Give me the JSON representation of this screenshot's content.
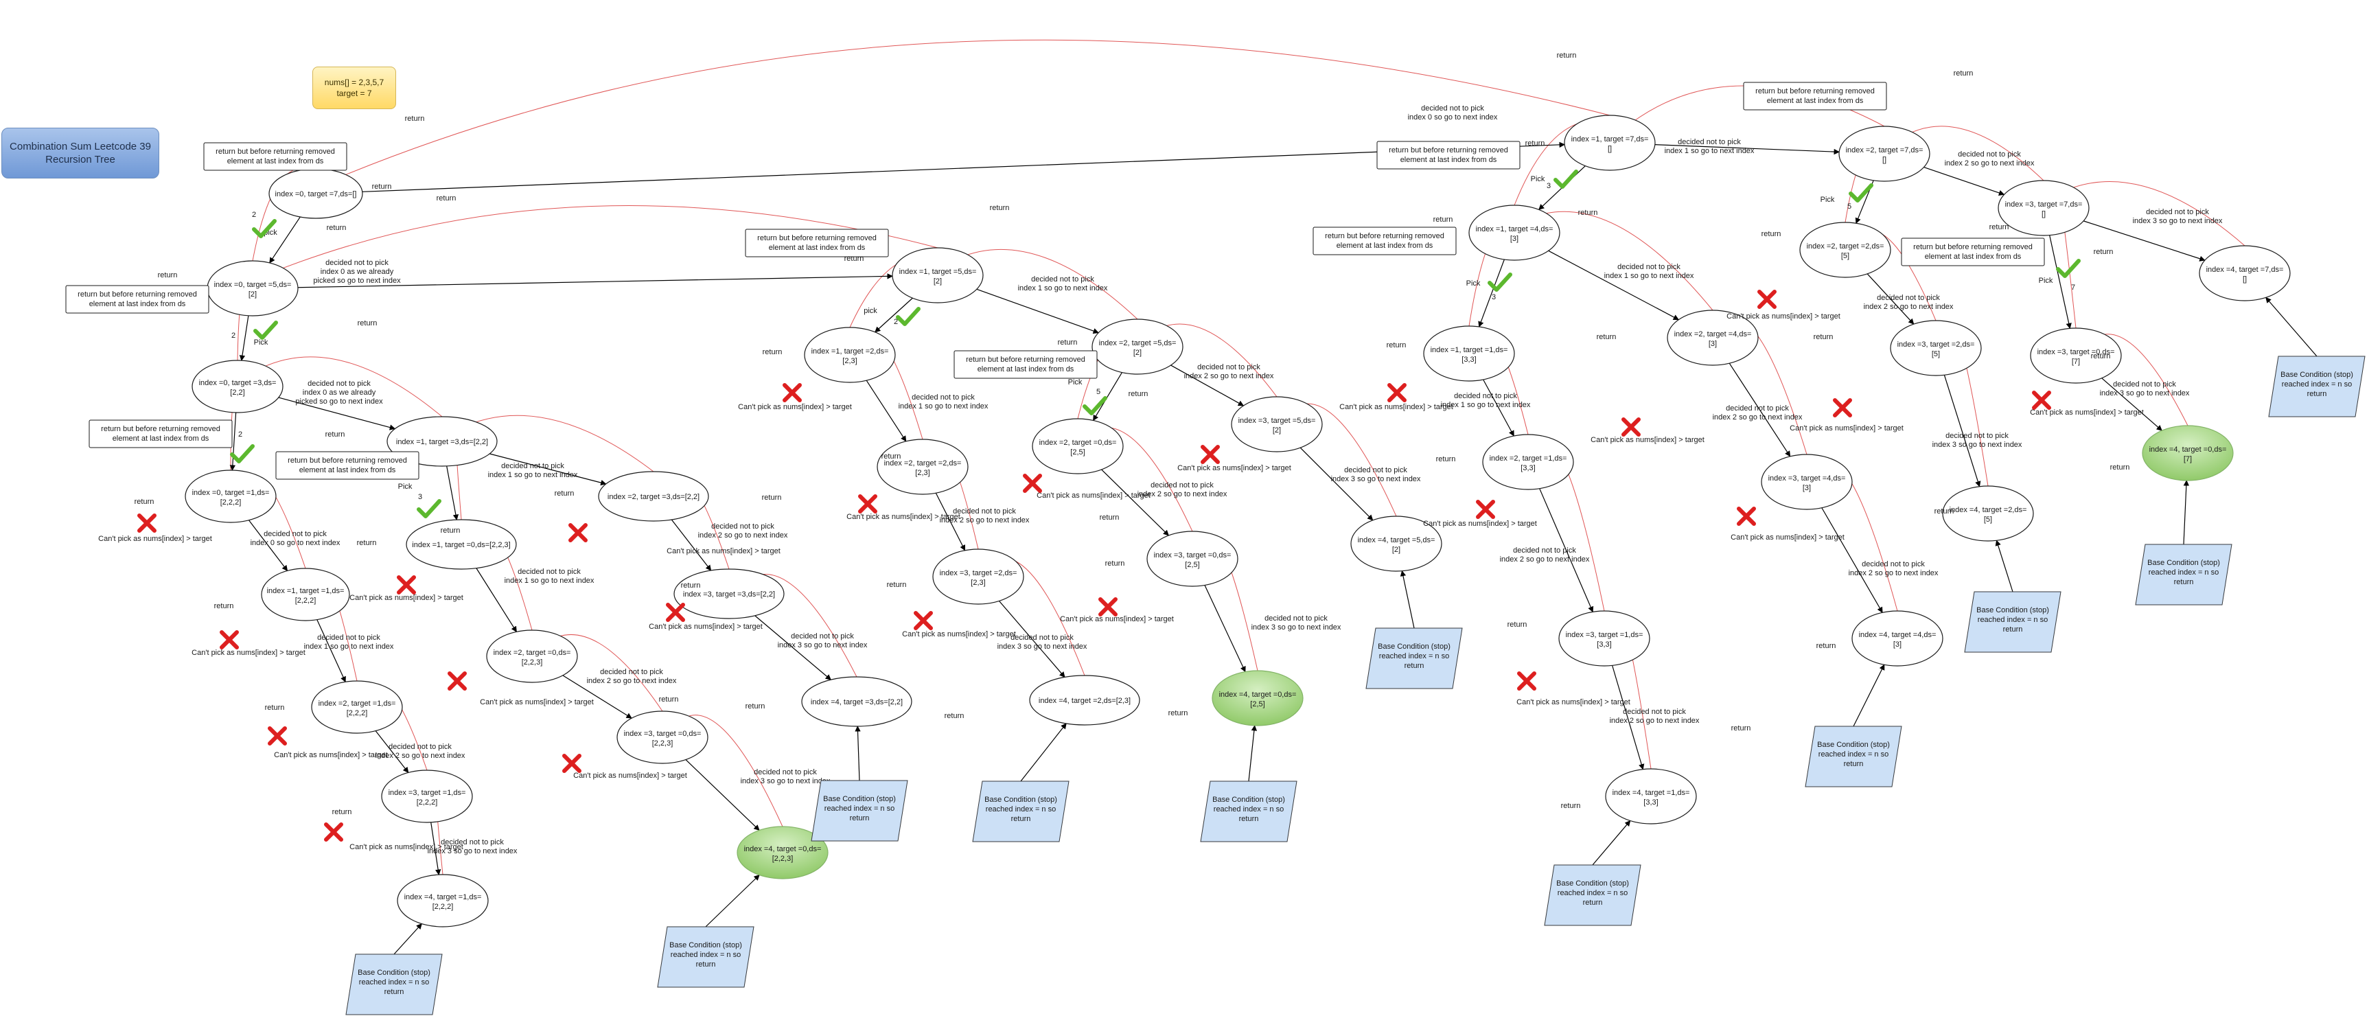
{
  "title": "Combination Sum Leetcode 39 Recursion Tree",
  "problem": {
    "line1": "nums[] = 2,3,5,7",
    "line2": "target = 7"
  },
  "nodes": [
    {
      "id": "n1",
      "l1": "index =0, target =7,ds=[]",
      "l2": ""
    },
    {
      "id": "n2",
      "l1": "index =0, target =5,ds=",
      "l2": "[2]"
    },
    {
      "id": "n3",
      "l1": "index =0, target =3,ds=",
      "l2": "[2,2]"
    },
    {
      "id": "n4",
      "l1": "index =0, target =1,ds=",
      "l2": "[2,2,2]"
    },
    {
      "id": "n5",
      "l1": "index =1, target =1,ds=",
      "l2": "[2,2,2]"
    },
    {
      "id": "n6",
      "l1": "index =2, target =1,ds=",
      "l2": "[2,2,2]"
    },
    {
      "id": "n7",
      "l1": "index =3, target =1,ds=",
      "l2": "[2,2,2]"
    },
    {
      "id": "n8",
      "l1": "index =4, target =1,ds=",
      "l2": "[2,2,2]"
    },
    {
      "id": "n9",
      "l1": "index =1, target =3,ds=[2,2]",
      "l2": ""
    },
    {
      "id": "n10",
      "l1": "index =1, target =0,ds=[2,2,3]",
      "l2": ""
    },
    {
      "id": "n11",
      "l1": "index =2, target =3,ds=[2,2]",
      "l2": ""
    },
    {
      "id": "n12",
      "l1": "index =2, target =0,ds=",
      "l2": "[2,2,3]"
    },
    {
      "id": "n13",
      "l1": "index =3, target =0,ds=",
      "l2": "[2,2,3]"
    },
    {
      "id": "n14",
      "l1": "index =4, target =0,ds=",
      "l2": "[2,2,3]"
    },
    {
      "id": "n15",
      "l1": "index =3, target =3,ds=[2,2]",
      "l2": ""
    },
    {
      "id": "n16",
      "l1": "index =4, target =3,ds=[2,2]",
      "l2": ""
    },
    {
      "id": "n17",
      "l1": "index =1, target =5,ds=",
      "l2": "[2]"
    },
    {
      "id": "n18",
      "l1": "index =1, target =2,ds=",
      "l2": "[2,3]"
    },
    {
      "id": "n19",
      "l1": "index =2, target =2,ds=",
      "l2": "[2,3]"
    },
    {
      "id": "n20",
      "l1": "index =3, target =2,ds=",
      "l2": "[2,3]"
    },
    {
      "id": "n21",
      "l1": "index =4, target =2,ds=[2,3]",
      "l2": ""
    },
    {
      "id": "n22",
      "l1": "index =2, target =5,ds=",
      "l2": "[2]"
    },
    {
      "id": "n23",
      "l1": "index =2, target =0,ds=",
      "l2": "[2,5]"
    },
    {
      "id": "n24",
      "l1": "index =3, target =0,ds=",
      "l2": "[2,5]"
    },
    {
      "id": "n25",
      "l1": "index =4, target =0,ds=",
      "l2": "[2,5]"
    },
    {
      "id": "n26",
      "l1": "index =3, target =5,ds=",
      "l2": "[2]"
    },
    {
      "id": "n27",
      "l1": "index =4, target =5,ds=",
      "l2": "[2]"
    },
    {
      "id": "n28",
      "l1": "index =1, target =7,ds=",
      "l2": "[]"
    },
    {
      "id": "n29",
      "l1": "index =1, target =4,ds=",
      "l2": "[3]"
    },
    {
      "id": "n30",
      "l1": "index =1, target =1,ds=",
      "l2": "[3,3]"
    },
    {
      "id": "n31",
      "l1": "index =2, target =1,ds=",
      "l2": "[3,3]"
    },
    {
      "id": "n32",
      "l1": "index =3, target =1,ds=",
      "l2": "[3,3]"
    },
    {
      "id": "n33",
      "l1": "index =4, target =1,ds=",
      "l2": "[3,3]"
    },
    {
      "id": "n34",
      "l1": "index =2, target =4,ds=",
      "l2": "[3]"
    },
    {
      "id": "n35",
      "l1": "index =3, target =4,ds=",
      "l2": "[3]"
    },
    {
      "id": "n36",
      "l1": "index =4, target =4,ds=",
      "l2": "[3]"
    },
    {
      "id": "n37",
      "l1": "index =2, target =7,ds=",
      "l2": "[]"
    },
    {
      "id": "n38",
      "l1": "index =2, target =2,ds=",
      "l2": "[5]"
    },
    {
      "id": "n39",
      "l1": "index =3, target =2,ds=",
      "l2": "[5]"
    },
    {
      "id": "n40",
      "l1": "index =4, target =2,ds=",
      "l2": "[5]"
    },
    {
      "id": "n41",
      "l1": "index =3, target =7,ds=",
      "l2": "[]"
    },
    {
      "id": "n42",
      "l1": "index =3, target =0,ds=",
      "l2": "[7]"
    },
    {
      "id": "n43",
      "l1": "index =4, target =0,ds=",
      "l2": "[7]"
    },
    {
      "id": "n44",
      "l1": "index =4, target =7,ds=",
      "l2": "[]"
    }
  ],
  "base_condition": {
    "line1": "Base Condition (stop)",
    "line2": "reached index = n so",
    "line3": "return"
  },
  "return_note": {
    "line1": "return but before returning removed",
    "line2": "element at last index from ds"
  },
  "labels": {
    "cant_pick": "Can't pick as nums[index] > target",
    "return": "return",
    "pick": "Pick",
    "pick_lower": "pick",
    "n0_a": "decided not to pick",
    "n0_b": "index 0 so go to next index",
    "n0b_b": "index 0 as we already",
    "n0b_c": "picked  so go to next index",
    "n1_b": "index 1 so go to next index",
    "n2_b": "index 2 so go to next index",
    "n2s_b": "index 2  so go to next index",
    "n3_b": "index 3 so go to next index",
    "n3s_b": "index 3  so go to next index",
    "two": "2",
    "three": "3",
    "five": "5",
    "seven": "7"
  },
  "colors": {
    "edge": "#000000",
    "return_edge": "#e05656",
    "pick_check": "#5cb82e",
    "cross": "#dd1f1f",
    "success_fill": "#97d077",
    "base_fill": "#cce0f6"
  }
}
